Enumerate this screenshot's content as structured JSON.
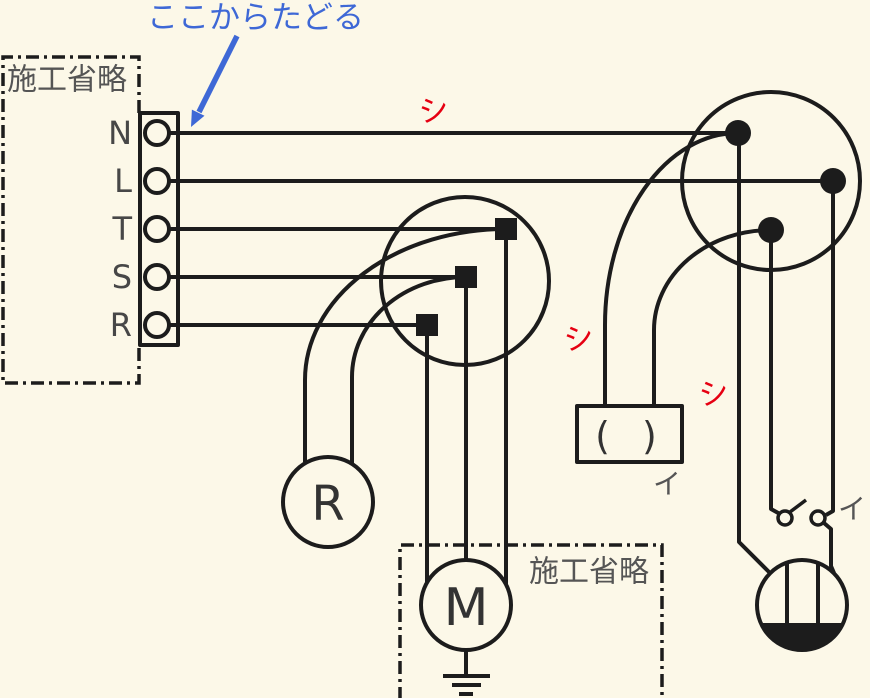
{
  "annotation": {
    "trace_note": "ここからたどる"
  },
  "power_source": {
    "omission_box_label": "施工省略",
    "terminal_labels": [
      "N",
      "L",
      "T",
      "S",
      "R"
    ]
  },
  "motor_area": {
    "motor_label": "M",
    "omission_box_label": "施工省略"
  },
  "devices": {
    "indicator_lamp_label": "R",
    "ceiling_light_label": "( )",
    "ceiling_light_circuit_mark": "イ",
    "switch_circuit_mark": "イ"
  },
  "wire_color_marks": {
    "white_mark_power": "シ",
    "white_mark_ceiling_light": "シ",
    "white_mark_receptacle": "シ"
  },
  "colors": {
    "background": "#FCF8E8",
    "wire": "#1C1C1C",
    "red_wire_mark": "#E60012",
    "blue_annotation": "#3E68D6",
    "gray_text": "#555555"
  }
}
